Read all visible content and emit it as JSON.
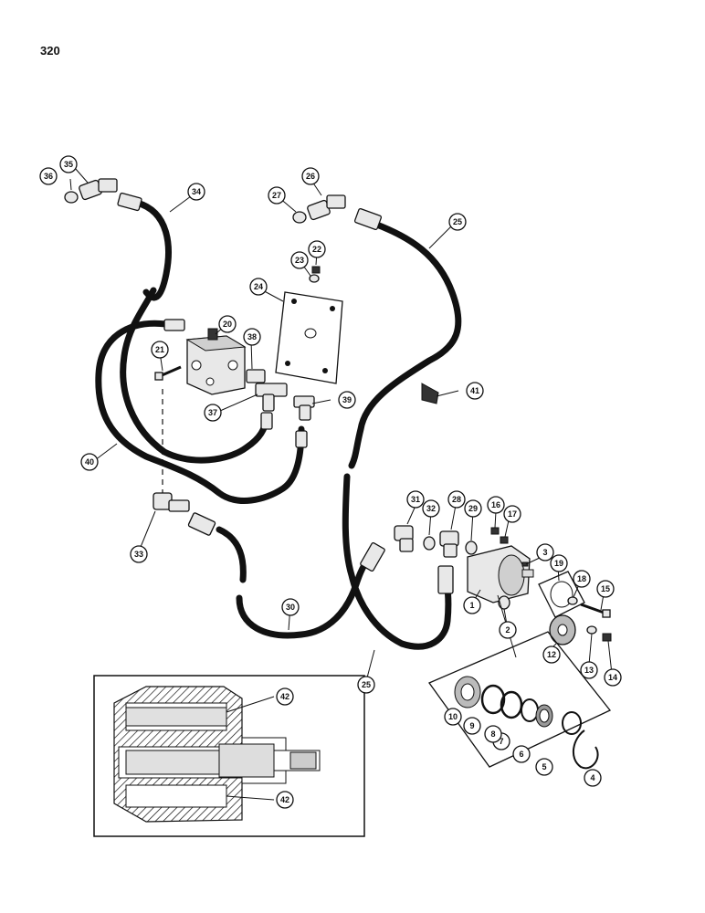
{
  "page": {
    "number": "320"
  },
  "callouts": {
    "c1": "1",
    "c2": "2",
    "c3": "3",
    "c4": "4",
    "c5": "5",
    "c6": "6",
    "c7": "7",
    "c8": "8",
    "c9": "9",
    "c10": "10",
    "c12": "12",
    "c13": "13",
    "c14": "14",
    "c15": "15",
    "c16": "16",
    "c17": "17",
    "c18": "18",
    "c19": "19",
    "c20": "20",
    "c21": "21",
    "c22": "22",
    "c23": "23",
    "c24": "24",
    "c25a": "25",
    "c25b": "25",
    "c26": "26",
    "c27": "27",
    "c28": "28",
    "c29": "29",
    "c30": "30",
    "c31": "31",
    "c32": "32",
    "c33": "33",
    "c34": "34",
    "c35": "35",
    "c36": "36",
    "c37": "37",
    "c38": "38",
    "c39": "39",
    "c40": "40",
    "c41": "41",
    "c42a": "42",
    "c42b": "42"
  }
}
